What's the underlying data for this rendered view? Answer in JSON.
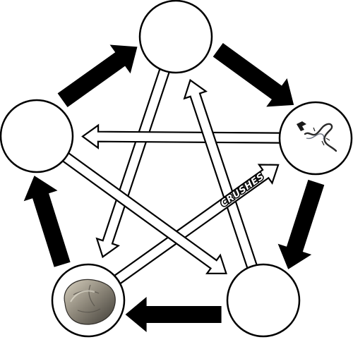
{
  "diagram": {
    "nodes": [
      {
        "id": "top",
        "label": "",
        "icon": "none"
      },
      {
        "id": "right",
        "label": "",
        "icon": "lizard-icon"
      },
      {
        "id": "bottom-right",
        "label": "",
        "icon": "none"
      },
      {
        "id": "bottom-left",
        "label": "",
        "icon": "rock-icon"
      },
      {
        "id": "left",
        "label": "",
        "icon": "none"
      }
    ],
    "edges": [
      {
        "from": "top",
        "to": "right",
        "style": "outer"
      },
      {
        "from": "right",
        "to": "bottom-right",
        "style": "outer"
      },
      {
        "from": "bottom-right",
        "to": "bottom-left",
        "style": "outer"
      },
      {
        "from": "bottom-left",
        "to": "left",
        "style": "outer"
      },
      {
        "from": "left",
        "to": "top",
        "style": "outer"
      },
      {
        "from": "top",
        "to": "bottom-left",
        "style": "inner"
      },
      {
        "from": "right",
        "to": "left",
        "style": "inner"
      },
      {
        "from": "bottom-right",
        "to": "top",
        "style": "inner"
      },
      {
        "from": "bottom-left",
        "to": "right",
        "style": "inner",
        "label": "CRUSHES"
      },
      {
        "from": "left",
        "to": "bottom-right",
        "style": "inner"
      }
    ]
  }
}
